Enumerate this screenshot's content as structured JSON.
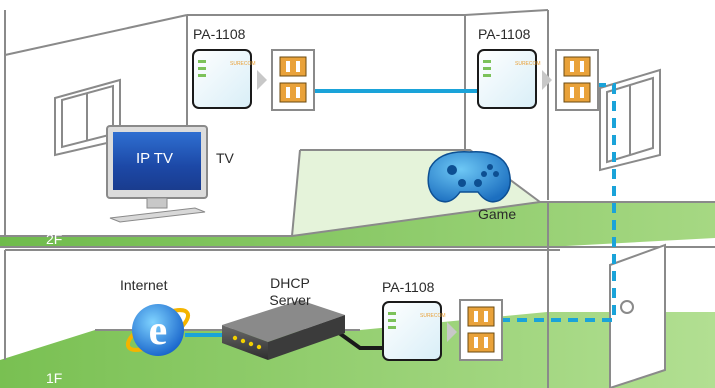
{
  "labels": {
    "device_top_left": "PA-1108",
    "device_top_right": "PA-1108",
    "device_bottom": "PA-1108",
    "iptv": "IP TV",
    "tv": "TV",
    "game": "Game",
    "internet": "Internet",
    "dhcp_line1": "DHCP",
    "dhcp_line2": "Server",
    "floor_upper": "2F",
    "floor_lower": "1F"
  },
  "colors": {
    "floor_green": "#7cc25a",
    "floor_green_light": "#b9e29a",
    "wall_line": "#8a8a8a",
    "link_blue": "#1aa3d9",
    "cable_black": "#1a1a1a",
    "outlet_orange": "#e9a23a"
  },
  "icons": {
    "powerline_adapter": "powerline-adapter-icon",
    "wall_outlet": "wall-outlet-icon",
    "tv": "tv-icon",
    "gamepad": "gamepad-icon",
    "browser": "internet-explorer-icon",
    "router": "router-icon",
    "window": "window-icon",
    "door": "door-icon",
    "arrow": "arrow-right-icon"
  }
}
